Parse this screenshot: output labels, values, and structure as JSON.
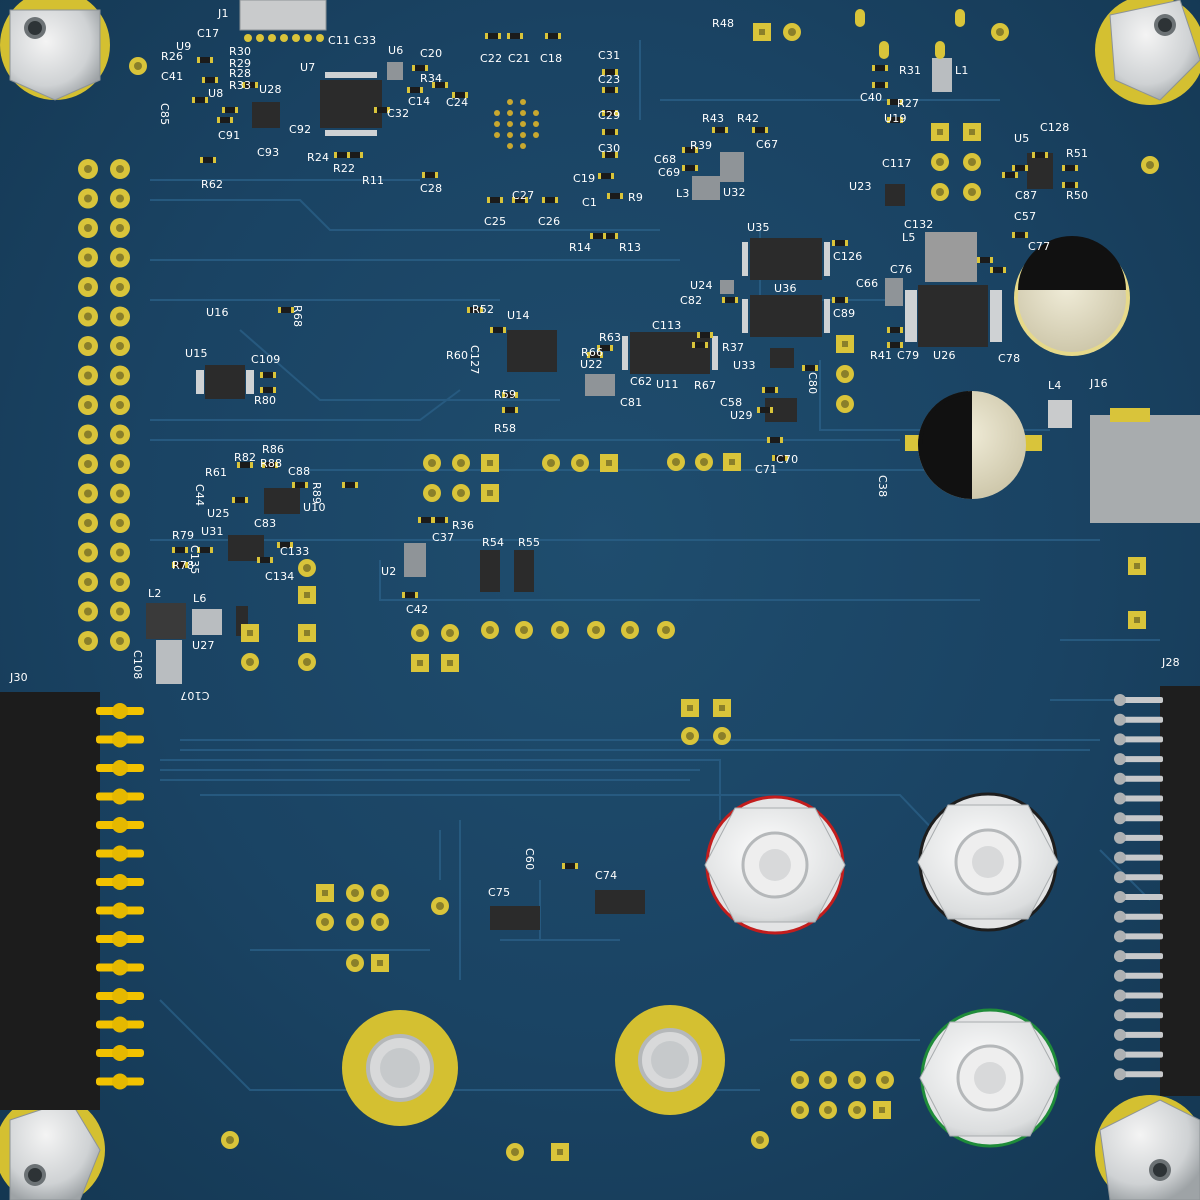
{
  "board": {
    "background": "#1a4363",
    "trace_color": "#25587e",
    "pad_gold": "#d9c43a",
    "chip_color": "#2b2b2b",
    "silk_color": "#ffffff"
  },
  "connectors": {
    "left_header": "J30",
    "right_header": "J28",
    "top_connector": "J1",
    "barrel_jack": "J16"
  },
  "icons": {
    "standoff": "hex-standoff-icon",
    "mount_hole": "plated-mount-hole-icon",
    "capacitor": "electrolytic-capacitor-icon",
    "terminal": "hex-terminal-post-icon"
  },
  "designators": [
    "J1",
    "C17",
    "U9",
    "R30",
    "R26",
    "R29",
    "C41",
    "R28",
    "R33",
    "U8",
    "C85",
    "C91",
    "U28",
    "C93",
    "C92",
    "C11",
    "C33",
    "U7",
    "U6",
    "C20",
    "R34",
    "C14",
    "C32",
    "C24",
    "R24",
    "R22",
    "R11",
    "C28",
    "C22",
    "C21",
    "C18",
    "R48",
    "R62",
    "C31",
    "C23",
    "C29",
    "C30",
    "C19",
    "C1",
    "R9",
    "C27",
    "C25",
    "C26",
    "R14",
    "R13",
    "R43",
    "R42",
    "R39",
    "C68",
    "C69",
    "L3",
    "U32",
    "C67",
    "R31",
    "L1",
    "C40",
    "R27",
    "U19",
    "C117",
    "U23",
    "U5",
    "C128",
    "R51",
    "C87",
    "R50",
    "C132",
    "L5",
    "C57",
    "C77",
    "C76",
    "C66",
    "U26",
    "R41",
    "C79",
    "C78",
    "J16",
    "L4",
    "C38",
    "U35",
    "C126",
    "U24",
    "C82",
    "U36",
    "C89",
    "U33",
    "C80",
    "U16",
    "R68",
    "U15",
    "C109",
    "R80",
    "R52",
    "U14",
    "R60",
    "C127",
    "R59",
    "R58",
    "R63",
    "R66",
    "U22",
    "C113",
    "U11",
    "C62",
    "C81",
    "R37",
    "R67",
    "C58",
    "U29",
    "C70",
    "C71",
    "R82",
    "R86",
    "R61",
    "R88",
    "C88",
    "C44",
    "U25",
    "U10",
    "R89",
    "R79",
    "U31",
    "C83",
    "R78",
    "C135",
    "C133",
    "C134",
    "R36",
    "C37",
    "U2",
    "C42",
    "R54",
    "R55",
    "L2",
    "L6",
    "U27",
    "C108",
    "C107",
    "C60",
    "C75",
    "C74"
  ]
}
